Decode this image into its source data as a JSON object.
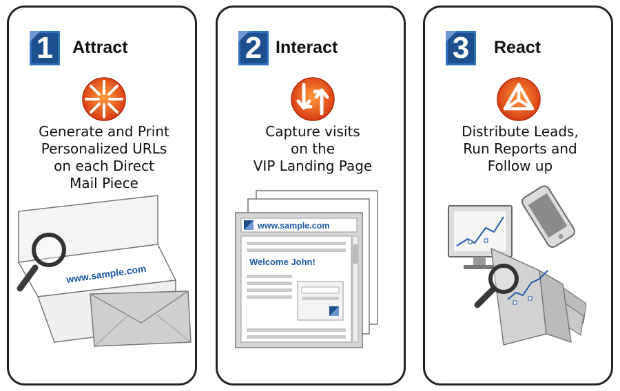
{
  "steps": [
    {
      "number": "1",
      "title": "Attract",
      "description": [
        "Generate and Print",
        "Personalized URLs",
        "on each Direct",
        "Mail Piece"
      ],
      "icon": "inward-arrows-icon",
      "mail_url": "www.sample.com"
    },
    {
      "number": "2",
      "title": "Interact",
      "description": [
        "Capture visits",
        "on the",
        "VIP Landing Page"
      ],
      "icon": "bidirectional-arrows-icon",
      "browser_url": "www.sample.com",
      "greeting": "Welcome John!"
    },
    {
      "number": "3",
      "title": "React",
      "description": [
        "Distribute Leads,",
        "Run Reports and",
        "Follow up"
      ],
      "icon": "cycle-triangle-icon"
    }
  ],
  "colors": {
    "number_box": "#1d4f8e",
    "icon_orange": "#e8541e",
    "url_blue": "#1d5aa8",
    "border": "#222222"
  }
}
